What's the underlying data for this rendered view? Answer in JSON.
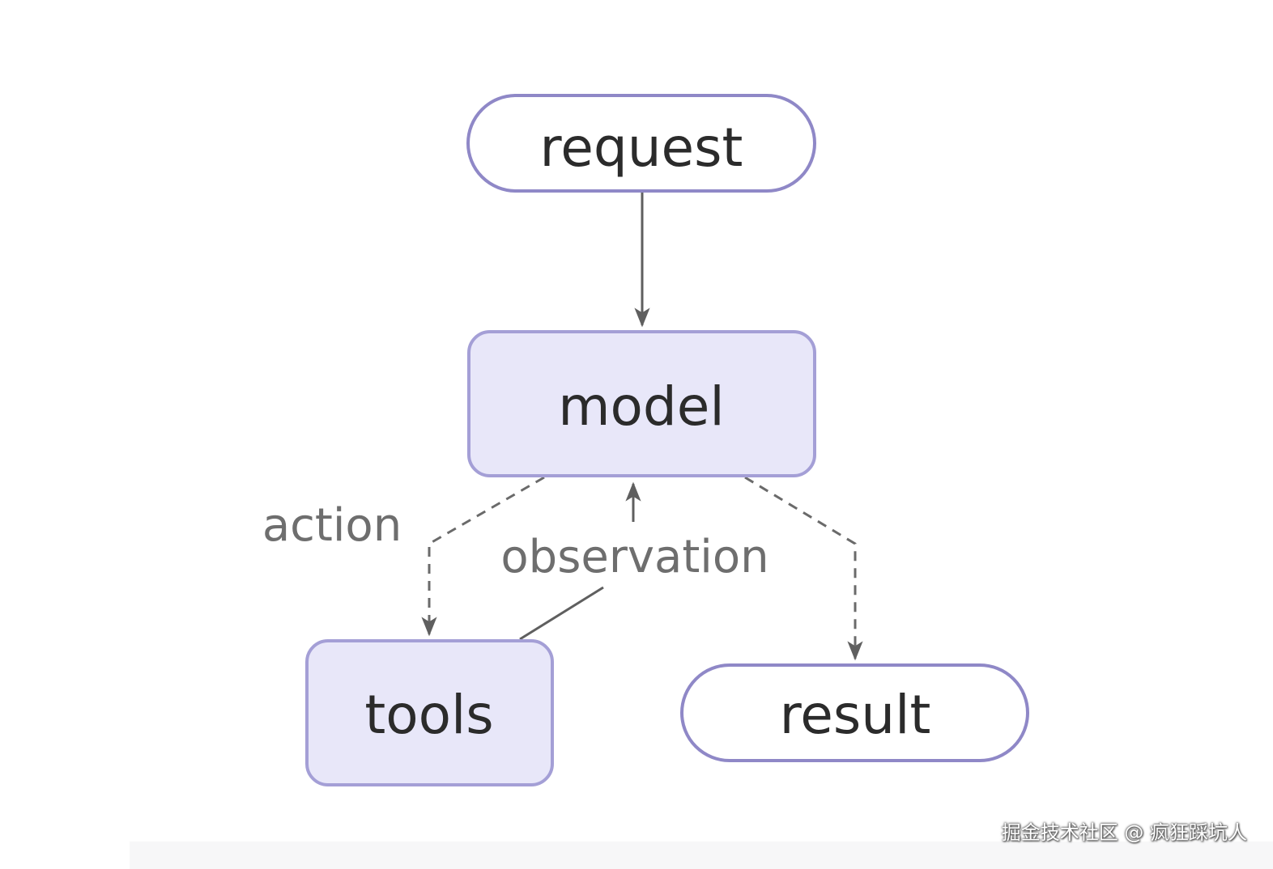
{
  "diagram": {
    "nodes": {
      "request": {
        "label": "request",
        "shape": "pill"
      },
      "model": {
        "label": "model",
        "shape": "box"
      },
      "tools": {
        "label": "tools",
        "shape": "box"
      },
      "result": {
        "label": "result",
        "shape": "pill"
      }
    },
    "edges": {
      "request_model": {
        "from": "request",
        "to": "model",
        "style": "solid",
        "label": ""
      },
      "model_tools": {
        "from": "model",
        "to": "tools",
        "style": "dashed",
        "label": "action"
      },
      "tools_model": {
        "from": "tools",
        "to": "model",
        "style": "solid",
        "label": "observation"
      },
      "model_result": {
        "from": "model",
        "to": "result",
        "style": "dashed",
        "label": ""
      }
    }
  },
  "watermark": {
    "text": "掘金技术社区 @ 疯狂踩坑人"
  },
  "colors": {
    "pill_stroke": "#8f88c7",
    "box_fill": "#e8e7f9",
    "box_stroke": "#a49fd6",
    "edge": "#5f5f5f"
  }
}
